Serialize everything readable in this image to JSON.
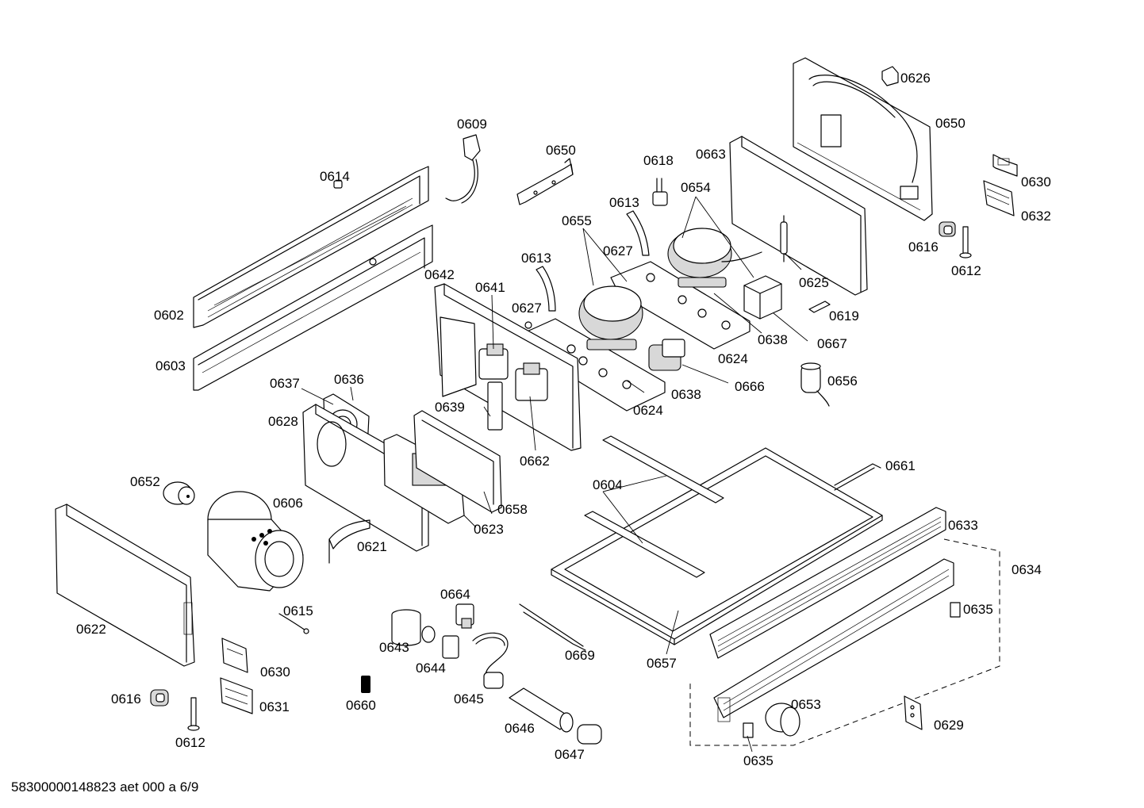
{
  "footer": {
    "code": "58300000148823 aet 000 a 6/9"
  },
  "labels": [
    "0626",
    "0650",
    "0609",
    "0650",
    "0618",
    "0663",
    "0614",
    "0613",
    "0654",
    "0630",
    "0632",
    "0655",
    "0627",
    "0616",
    "0613",
    "0612",
    "0625",
    "0642",
    "0641",
    "0627",
    "0619",
    "0602",
    "0638",
    "0667",
    "0624",
    "0603",
    "0637",
    "0636",
    "0666",
    "0656",
    "0638",
    "0628",
    "0639",
    "0624",
    "0662",
    "0661",
    "0604",
    "0652",
    "0606",
    "0658",
    "0623",
    "0633",
    "0621",
    "0634",
    "0664",
    "0635",
    "0615",
    "0622",
    "0643",
    "0669",
    "0657",
    "0644",
    "0630",
    "0616",
    "0645",
    "0653",
    "0660",
    "0631",
    "0629",
    "0646",
    "0612",
    "0635",
    "0647"
  ]
}
